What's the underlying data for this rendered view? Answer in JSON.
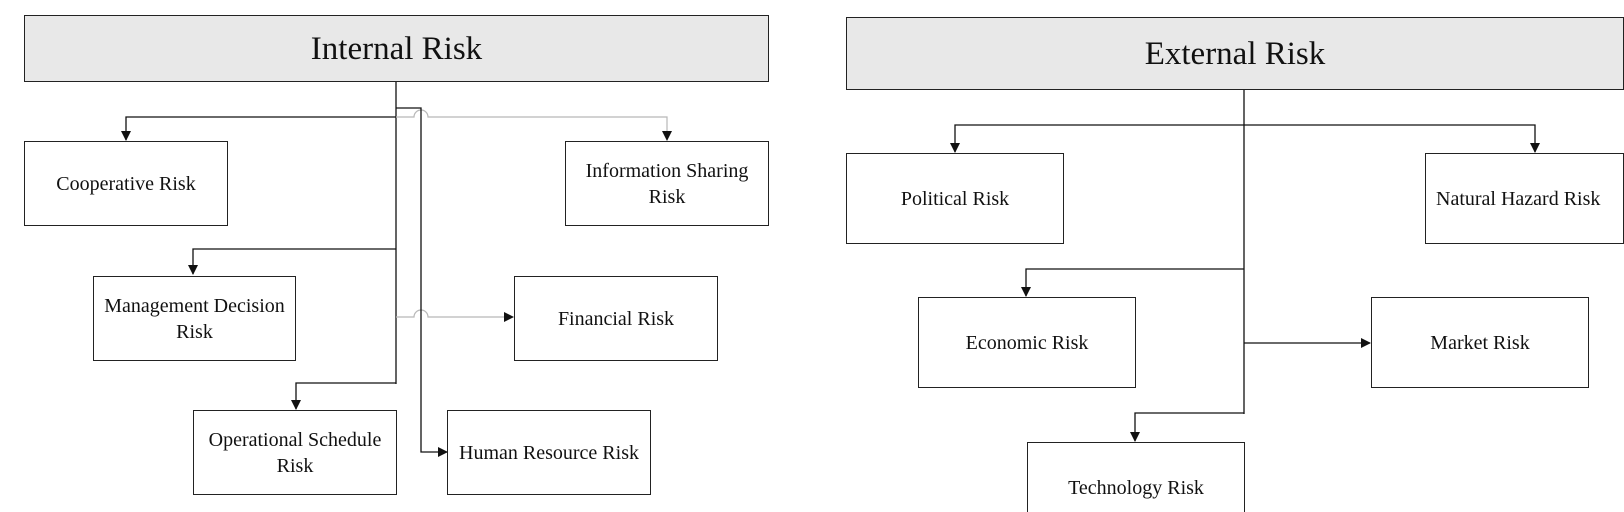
{
  "diagram": {
    "internal": {
      "title": "Internal Risk",
      "nodes": [
        {
          "id": "cooperative",
          "label": "Cooperative Risk"
        },
        {
          "id": "management",
          "label": "Management Decision Risk"
        },
        {
          "id": "operational",
          "label": "Operational Schedule Risk"
        },
        {
          "id": "information",
          "label": "Information Sharing Risk"
        },
        {
          "id": "financial",
          "label": "Financial Risk"
        },
        {
          "id": "human",
          "label": "Human Resource Risk"
        }
      ]
    },
    "external": {
      "title": "External Risk",
      "nodes": [
        {
          "id": "political",
          "label": "Political Risk"
        },
        {
          "id": "natural",
          "label": "Natural Hazard Risk"
        },
        {
          "id": "economic",
          "label": "Economic Risk"
        },
        {
          "id": "market",
          "label": "Market Risk"
        },
        {
          "id": "technology",
          "label": "Technology Risk"
        }
      ]
    },
    "colors": {
      "header_fill": "#e8e8e8",
      "box_fill": "#ffffff",
      "line": "#111111",
      "light_line": "#b8b8b8"
    }
  }
}
